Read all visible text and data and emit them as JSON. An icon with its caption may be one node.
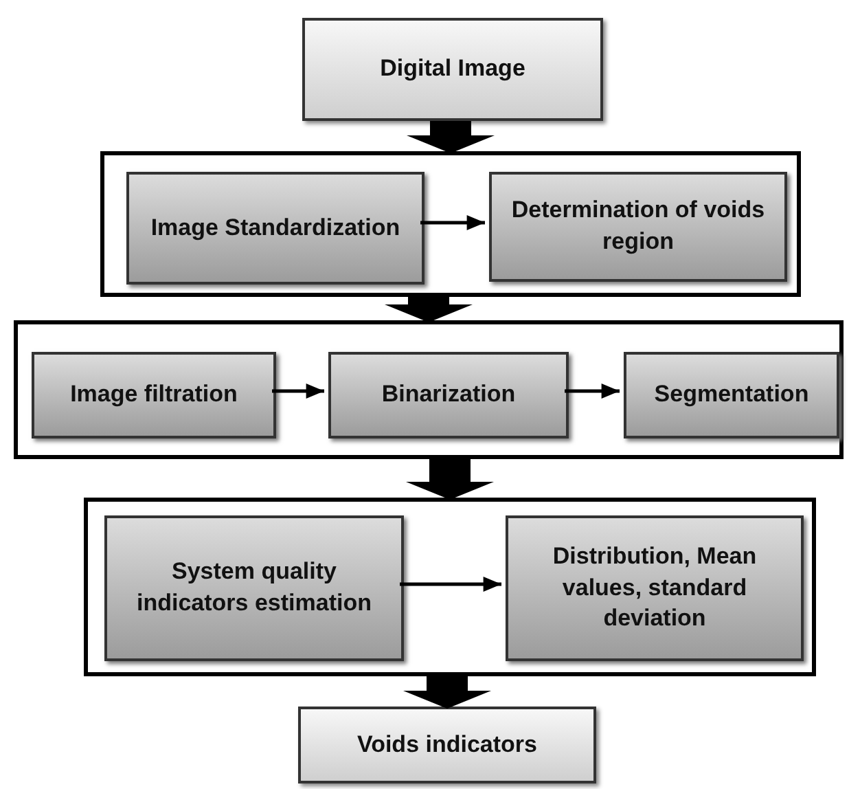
{
  "diagram": {
    "nodes": [
      {
        "text": [
          "Digital Image"
        ]
      },
      {
        "text": [],
        "shape": "box"
      },
      {
        "text": [
          "Image Standardization"
        ],
        "in": 1
      },
      {
        "text": [
          "Determination of voids region"
        ],
        "in": 1
      },
      {
        "text": [],
        "shape": "box"
      },
      {
        "text": [
          "Image filtration"
        ],
        "in": 4
      },
      {
        "text": [
          "Binarization"
        ],
        "in": 4
      },
      {
        "text": [
          "Segmentation"
        ],
        "in": 4
      },
      {
        "text": [],
        "shape": "box"
      },
      {
        "text": [
          "System quality indicators estimation"
        ],
        "in": 8
      },
      {
        "text": [
          "Distribution, Mean values, standard deviation"
        ],
        "in": 8
      },
      {
        "text": [
          "Voids indicators"
        ]
      }
    ],
    "edges": [
      {
        "from": 0,
        "to": 1,
        "arrow": "to",
        "style": "thick"
      },
      {
        "from": 2,
        "to": 3,
        "arrow": "to"
      },
      {
        "from": 1,
        "to": 4,
        "arrow": "to",
        "style": "thick"
      },
      {
        "from": 5,
        "to": 6,
        "arrow": "to"
      },
      {
        "from": 6,
        "to": 7,
        "arrow": "to"
      },
      {
        "from": 4,
        "to": 8,
        "arrow": "to",
        "style": "thick"
      },
      {
        "from": 9,
        "to": 10,
        "arrow": "to"
      },
      {
        "from": 8,
        "to": 11,
        "arrow": "to",
        "style": "thick"
      }
    ]
  }
}
